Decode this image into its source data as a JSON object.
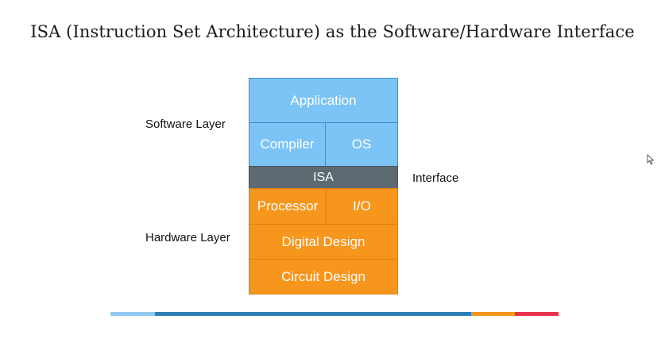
{
  "title": "ISA (Instruction Set Architecture) as the Software/Hardware Interface",
  "labels": {
    "software": "Software Layer",
    "hardware": "Hardware Layer",
    "interface": "Interface"
  },
  "stack": {
    "application": "Application",
    "compiler": "Compiler",
    "os": "OS",
    "isa": "ISA",
    "processor": "Processor",
    "io": "I/O",
    "digital_design": "Digital Design",
    "circuit_design": "Circuit Design"
  },
  "colors": {
    "software": "#7bc4f5",
    "isa": "#5d6a72",
    "hardware": "#f7961d",
    "bar_light_blue": "#8fcbf0",
    "bar_blue": "#2f7fb7",
    "bar_orange": "#f7961d",
    "bar_red": "#e8344b"
  }
}
